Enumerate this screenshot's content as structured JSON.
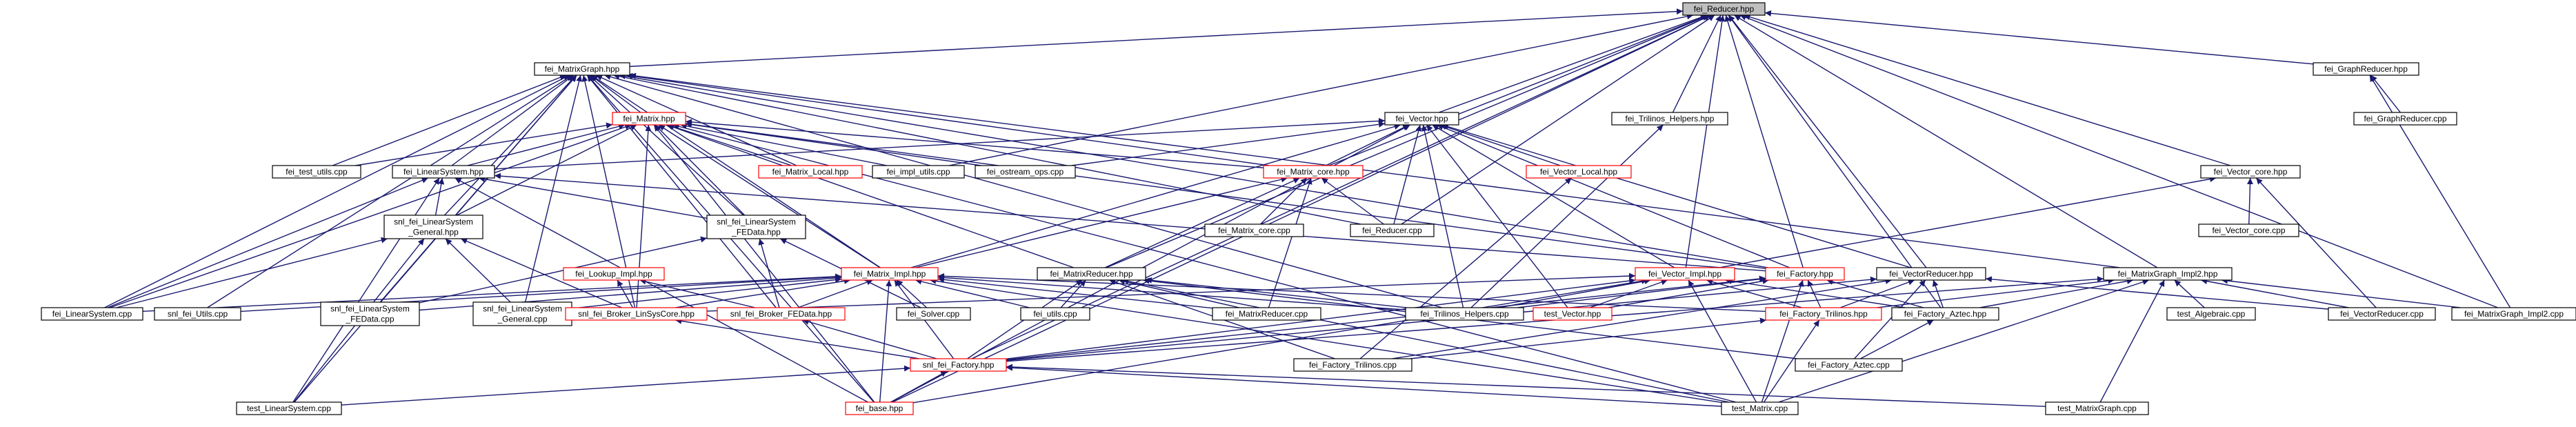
{
  "colors": {
    "edge": "#191970",
    "node_border": "#000000",
    "node_border_red": "#ff0000",
    "node_fill": "#ffffff",
    "root_fill": "#bfbfbf"
  },
  "nodes": [
    {
      "id": "fei_Reducer_hpp",
      "label": "fei_Reducer.hpp",
      "style": "root"
    },
    {
      "id": "fei_MatrixGraph_hpp",
      "label": "fei_MatrixGraph.hpp",
      "style": "black"
    },
    {
      "id": "fei_GraphReducer_hpp",
      "label": "fei_GraphReducer.hpp",
      "style": "black"
    },
    {
      "id": "fei_GraphReducer_cpp",
      "label": "fei_GraphReducer.cpp",
      "style": "black"
    },
    {
      "id": "fei_Matrix_hpp",
      "label": "fei_Matrix.hpp",
      "style": "red"
    },
    {
      "id": "fei_Vector_hpp",
      "label": "fei_Vector.hpp",
      "style": "black"
    },
    {
      "id": "fei_Trilinos_Helpers_hpp",
      "label": "fei_Trilinos_Helpers.hpp",
      "style": "black"
    },
    {
      "id": "fei_test_utils_cpp",
      "label": "fei_test_utils.cpp",
      "style": "black"
    },
    {
      "id": "fei_LinearSystem_hpp",
      "label": "fei_LinearSystem.hpp",
      "style": "black"
    },
    {
      "id": "fei_Matrix_Local_hpp",
      "label": "fei_Matrix_Local.hpp",
      "style": "red"
    },
    {
      "id": "fei_impl_utils_cpp",
      "label": "fei_impl_utils.cpp",
      "style": "black"
    },
    {
      "id": "fei_ostream_ops_cpp",
      "label": "fei_ostream_ops.cpp",
      "style": "black"
    },
    {
      "id": "fei_Matrix_core_hpp",
      "label": "fei_Matrix_core.hpp",
      "style": "red"
    },
    {
      "id": "fei_Vector_Local_hpp",
      "label": "fei_Vector_Local.hpp",
      "style": "red"
    },
    {
      "id": "fei_Vector_core_hpp",
      "label": "fei_Vector_core.hpp",
      "style": "black"
    },
    {
      "id": "fei_Vector_core_cpp",
      "label": "fei_Vector_core.cpp",
      "style": "black"
    },
    {
      "id": "fei_Lookup_Impl_hpp",
      "label": "fei_Lookup_Impl.hpp",
      "style": "red"
    },
    {
      "id": "snl_fei_LinearSystem_General_hpp",
      "label": "snl_fei_LinearSystem\n_General.hpp",
      "style": "black"
    },
    {
      "id": "snl_fei_LinearSystem_FEData_hpp",
      "label": "snl_fei_LinearSystem\n_FEData.hpp",
      "style": "black"
    },
    {
      "id": "fei_Matrix_Impl_hpp",
      "label": "fei_Matrix_Impl.hpp",
      "style": "red"
    },
    {
      "id": "fei_MatrixReducer_hpp",
      "label": "fei_MatrixReducer.hpp",
      "style": "black"
    },
    {
      "id": "fei_Matrix_core_cpp",
      "label": "fei_Matrix_core.cpp",
      "style": "black"
    },
    {
      "id": "fei_Reducer_cpp",
      "label": "fei_Reducer.cpp",
      "style": "black"
    },
    {
      "id": "fei_Vector_Impl_hpp",
      "label": "fei_Vector_Impl.hpp",
      "style": "red"
    },
    {
      "id": "fei_Factory_hpp",
      "label": "fei_Factory.hpp",
      "style": "red"
    },
    {
      "id": "fei_VectorReducer_hpp",
      "label": "fei_VectorReducer.hpp",
      "style": "black"
    },
    {
      "id": "fei_MatrixGraph_Impl2_hpp",
      "label": "fei_MatrixGraph_Impl2.hpp",
      "style": "black"
    },
    {
      "id": "fei_LinearSystem_cpp",
      "label": "fei_LinearSystem.cpp",
      "style": "black"
    },
    {
      "id": "snl_fei_Utils_cpp",
      "label": "snl_fei_Utils.cpp",
      "style": "black"
    },
    {
      "id": "snl_fei_LinearSystem_FEData_cpp",
      "label": "snl_fei_LinearSystem\n_FEData.cpp",
      "style": "black"
    },
    {
      "id": "snl_fei_LinearSystem_General_cpp",
      "label": "snl_fei_LinearSystem\n_General.cpp",
      "style": "black"
    },
    {
      "id": "snl_fei_Broker_LinSysCore_hpp",
      "label": "snl_fei_Broker_LinSysCore.hpp",
      "style": "red"
    },
    {
      "id": "snl_fei_Broker_FEData_hpp",
      "label": "snl_fei_Broker_FEData.hpp",
      "style": "red"
    },
    {
      "id": "fei_Solver_cpp",
      "label": "fei_Solver.cpp",
      "style": "black"
    },
    {
      "id": "fei_utils_cpp",
      "label": "fei_utils.cpp",
      "style": "black"
    },
    {
      "id": "fei_MatrixReducer_cpp",
      "label": "fei_MatrixReducer.cpp",
      "style": "black"
    },
    {
      "id": "fei_Trilinos_Helpers_cpp",
      "label": "fei_Trilinos_Helpers.cpp",
      "style": "black"
    },
    {
      "id": "test_Vector_hpp",
      "label": "test_Vector.hpp",
      "style": "red"
    },
    {
      "id": "fei_Factory_Trilinos_hpp",
      "label": "fei_Factory_Trilinos.hpp",
      "style": "red"
    },
    {
      "id": "fei_Factory_Aztec_hpp",
      "label": "fei_Factory_Aztec.hpp",
      "style": "black"
    },
    {
      "id": "test_Algebraic_cpp",
      "label": "test_Algebraic.cpp",
      "style": "black"
    },
    {
      "id": "fei_VectorReducer_cpp",
      "label": "fei_VectorReducer.cpp",
      "style": "black"
    },
    {
      "id": "fei_MatrixGraph_Impl2_cpp",
      "label": "fei_MatrixGraph_Impl2.cpp",
      "style": "black"
    },
    {
      "id": "snl_fei_Factory_hpp",
      "label": "snl_fei_Factory.hpp",
      "style": "red"
    },
    {
      "id": "fei_Factory_Trilinos_cpp",
      "label": "fei_Factory_Trilinos.cpp",
      "style": "black"
    },
    {
      "id": "fei_Factory_Aztec_cpp",
      "label": "fei_Factory_Aztec.cpp",
      "style": "black"
    },
    {
      "id": "test_LinearSystem_cpp",
      "label": "test_LinearSystem.cpp",
      "style": "black"
    },
    {
      "id": "fei_base_hpp",
      "label": "fei_base.hpp",
      "style": "red"
    },
    {
      "id": "test_Matrix_cpp",
      "label": "test_Matrix.cpp",
      "style": "black"
    },
    {
      "id": "test_MatrixGraph_cpp",
      "label": "test_MatrixGraph.cpp",
      "style": "black"
    }
  ],
  "edges": [
    [
      "fei_MatrixGraph_hpp",
      "fei_Reducer_hpp"
    ],
    [
      "fei_Vector_hpp",
      "fei_Reducer_hpp"
    ],
    [
      "fei_Trilinos_Helpers_hpp",
      "fei_Reducer_hpp"
    ],
    [
      "fei_GraphReducer_hpp",
      "fei_Reducer_hpp"
    ],
    [
      "fei_Vector_core_hpp",
      "fei_Reducer_hpp"
    ],
    [
      "fei_Matrix_core_hpp",
      "fei_Reducer_hpp"
    ],
    [
      "fei_impl_utils_cpp",
      "fei_Reducer_hpp"
    ],
    [
      "fei_MatrixReducer_hpp",
      "fei_Reducer_hpp"
    ],
    [
      "fei_Reducer_cpp",
      "fei_Reducer_hpp"
    ],
    [
      "fei_Vector_Impl_hpp",
      "fei_Reducer_hpp"
    ],
    [
      "fei_Factory_hpp",
      "fei_Reducer_hpp"
    ],
    [
      "fei_VectorReducer_hpp",
      "fei_Reducer_hpp"
    ],
    [
      "fei_MatrixGraph_Impl2_hpp",
      "fei_Reducer_hpp"
    ],
    [
      "fei_Factory_Aztec_hpp",
      "fei_Reducer_hpp"
    ],
    [
      "fei_MatrixGraph_Impl2_cpp",
      "fei_Reducer_hpp"
    ],
    [
      "snl_fei_Factory_hpp",
      "fei_Reducer_hpp"
    ],
    [
      "fei_base_hpp",
      "fei_Reducer_hpp"
    ],
    [
      "fei_GraphReducer_cpp",
      "fei_GraphReducer_hpp"
    ],
    [
      "fei_MatrixGraph_Impl2_cpp",
      "fei_GraphReducer_hpp"
    ],
    [
      "fei_Matrix_hpp",
      "fei_MatrixGraph_hpp"
    ],
    [
      "fei_LinearSystem_hpp",
      "fei_MatrixGraph_hpp"
    ],
    [
      "fei_test_utils_cpp",
      "fei_MatrixGraph_hpp"
    ],
    [
      "fei_Matrix_Local_hpp",
      "fei_MatrixGraph_hpp"
    ],
    [
      "fei_Matrix_core_hpp",
      "fei_MatrixGraph_hpp"
    ],
    [
      "snl_fei_LinearSystem_General_hpp",
      "fei_MatrixGraph_hpp"
    ],
    [
      "snl_fei_LinearSystem_FEData_hpp",
      "fei_MatrixGraph_hpp"
    ],
    [
      "fei_Matrix_Impl_hpp",
      "fei_MatrixGraph_hpp"
    ],
    [
      "fei_Reducer_cpp",
      "fei_MatrixGraph_hpp"
    ],
    [
      "fei_Factory_hpp",
      "fei_MatrixGraph_hpp"
    ],
    [
      "fei_MatrixGraph_Impl2_hpp",
      "fei_MatrixGraph_hpp"
    ],
    [
      "fei_LinearSystem_cpp",
      "fei_MatrixGraph_hpp"
    ],
    [
      "snl_fei_Utils_cpp",
      "fei_MatrixGraph_hpp"
    ],
    [
      "snl_fei_LinearSystem_FEData_cpp",
      "fei_MatrixGraph_hpp"
    ],
    [
      "snl_fei_LinearSystem_General_cpp",
      "fei_MatrixGraph_hpp"
    ],
    [
      "snl_fei_Broker_LinSysCore_hpp",
      "fei_MatrixGraph_hpp"
    ],
    [
      "snl_fei_Broker_FEData_hpp",
      "fei_MatrixGraph_hpp"
    ],
    [
      "fei_Trilinos_Helpers_cpp",
      "fei_MatrixGraph_hpp"
    ],
    [
      "test_LinearSystem_cpp",
      "fei_MatrixGraph_hpp"
    ],
    [
      "fei_base_hpp",
      "fei_MatrixGraph_hpp"
    ],
    [
      "fei_LinearSystem_hpp",
      "fei_Matrix_hpp"
    ],
    [
      "fei_test_utils_cpp",
      "fei_Matrix_hpp"
    ],
    [
      "fei_Matrix_Local_hpp",
      "fei_Matrix_hpp"
    ],
    [
      "fei_impl_utils_cpp",
      "fei_Matrix_hpp"
    ],
    [
      "fei_ostream_ops_cpp",
      "fei_Matrix_hpp"
    ],
    [
      "fei_Matrix_core_hpp",
      "fei_Matrix_hpp"
    ],
    [
      "snl_fei_LinearSystem_General_hpp",
      "fei_Matrix_hpp"
    ],
    [
      "snl_fei_LinearSystem_FEData_hpp",
      "fei_Matrix_hpp"
    ],
    [
      "fei_Matrix_Impl_hpp",
      "fei_Matrix_hpp"
    ],
    [
      "fei_MatrixReducer_hpp",
      "fei_Matrix_hpp"
    ],
    [
      "fei_Factory_hpp",
      "fei_Matrix_hpp"
    ],
    [
      "fei_LinearSystem_cpp",
      "fei_Matrix_hpp"
    ],
    [
      "snl_fei_Broker_LinSysCore_hpp",
      "fei_Matrix_hpp"
    ],
    [
      "test_Matrix_cpp",
      "fei_Matrix_hpp"
    ],
    [
      "fei_base_hpp",
      "fei_Matrix_hpp"
    ],
    [
      "fei_LinearSystem_hpp",
      "fei_Vector_hpp"
    ],
    [
      "fei_Vector_Local_hpp",
      "fei_Vector_hpp"
    ],
    [
      "fei_Matrix_core_hpp",
      "fei_Vector_hpp"
    ],
    [
      "fei_Matrix_Impl_hpp",
      "fei_Vector_hpp"
    ],
    [
      "fei_Reducer_cpp",
      "fei_Vector_hpp"
    ],
    [
      "fei_Vector_Impl_hpp",
      "fei_Vector_hpp"
    ],
    [
      "fei_Factory_hpp",
      "fei_Vector_hpp"
    ],
    [
      "fei_VectorReducer_hpp",
      "fei_Vector_hpp"
    ],
    [
      "fei_ostream_ops_cpp",
      "fei_Vector_hpp"
    ],
    [
      "test_Vector_hpp",
      "fei_Vector_hpp"
    ],
    [
      "fei_Trilinos_Helpers_cpp",
      "fei_Vector_hpp"
    ],
    [
      "fei_base_hpp",
      "fei_Vector_hpp"
    ],
    [
      "fei_Trilinos_Helpers_cpp",
      "fei_Trilinos_Helpers_hpp"
    ],
    [
      "snl_fei_LinearSystem_General_hpp",
      "fei_LinearSystem_hpp"
    ],
    [
      "snl_fei_LinearSystem_FEData_hpp",
      "fei_LinearSystem_hpp"
    ],
    [
      "fei_LinearSystem_cpp",
      "fei_LinearSystem_hpp"
    ],
    [
      "test_LinearSystem_cpp",
      "fei_LinearSystem_hpp"
    ],
    [
      "fei_Factory_hpp",
      "fei_LinearSystem_hpp"
    ],
    [
      "fei_base_hpp",
      "fei_LinearSystem_hpp"
    ],
    [
      "fei_Matrix_Impl_hpp",
      "fei_Matrix_core_hpp"
    ],
    [
      "fei_MatrixReducer_hpp",
      "fei_Matrix_core_hpp"
    ],
    [
      "fei_Matrix_core_cpp",
      "fei_Matrix_core_hpp"
    ],
    [
      "fei_Reducer_cpp",
      "fei_Matrix_core_hpp"
    ],
    [
      "fei_MatrixReducer_cpp",
      "fei_Matrix_core_hpp"
    ],
    [
      "fei_Factory_Trilinos_cpp",
      "fei_Vector_Local_hpp"
    ],
    [
      "fei_Vector_Impl_hpp",
      "fei_Vector_core_hpp"
    ],
    [
      "fei_Vector_core_cpp",
      "fei_Vector_core_hpp"
    ],
    [
      "fei_VectorReducer_cpp",
      "fei_Vector_core_hpp"
    ],
    [
      "snl_fei_Broker_LinSysCore_hpp",
      "fei_Lookup_Impl_hpp"
    ],
    [
      "snl_fei_Broker_FEData_hpp",
      "fei_Lookup_Impl_hpp"
    ],
    [
      "fei_LinearSystem_cpp",
      "snl_fei_LinearSystem_General_hpp"
    ],
    [
      "snl_fei_LinearSystem_General_cpp",
      "snl_fei_LinearSystem_General_hpp"
    ],
    [
      "snl_fei_Broker_LinSysCore_hpp",
      "snl_fei_LinearSystem_General_hpp"
    ],
    [
      "test_LinearSystem_cpp",
      "snl_fei_LinearSystem_General_hpp"
    ],
    [
      "snl_fei_LinearSystem_FEData_cpp",
      "snl_fei_LinearSystem_FEData_hpp"
    ],
    [
      "snl_fei_Broker_FEData_hpp",
      "snl_fei_LinearSystem_FEData_hpp"
    ],
    [
      "fei_Solver_cpp",
      "snl_fei_LinearSystem_FEData_hpp"
    ],
    [
      "fei_LinearSystem_cpp",
      "fei_Matrix_Impl_hpp"
    ],
    [
      "snl_fei_Utils_cpp",
      "fei_Matrix_Impl_hpp"
    ],
    [
      "snl_fei_LinearSystem_FEData_cpp",
      "fei_Matrix_Impl_hpp"
    ],
    [
      "snl_fei_LinearSystem_General_cpp",
      "fei_Matrix_Impl_hpp"
    ],
    [
      "snl_fei_Broker_LinSysCore_hpp",
      "fei_Matrix_Impl_hpp"
    ],
    [
      "snl_fei_Broker_FEData_hpp",
      "fei_Matrix_Impl_hpp"
    ],
    [
      "fei_Solver_cpp",
      "fei_Matrix_Impl_hpp"
    ],
    [
      "fei_utils_cpp",
      "fei_Matrix_Impl_hpp"
    ],
    [
      "fei_MatrixReducer_cpp",
      "fei_Matrix_Impl_hpp"
    ],
    [
      "fei_Trilinos_Helpers_cpp",
      "fei_Matrix_Impl_hpp"
    ],
    [
      "fei_Factory_Trilinos_hpp",
      "fei_Matrix_Impl_hpp"
    ],
    [
      "snl_fei_Factory_hpp",
      "fei_Matrix_Impl_hpp"
    ],
    [
      "fei_base_hpp",
      "fei_Matrix_Impl_hpp"
    ],
    [
      "test_Matrix_cpp",
      "fei_Matrix_Impl_hpp"
    ],
    [
      "fei_MatrixReducer_cpp",
      "fei_MatrixReducer_hpp"
    ],
    [
      "fei_Trilinos_Helpers_cpp",
      "fei_MatrixReducer_hpp"
    ],
    [
      "fei_Factory_Trilinos_cpp",
      "fei_MatrixReducer_hpp"
    ],
    [
      "fei_Factory_Aztec_cpp",
      "fei_MatrixReducer_hpp"
    ],
    [
      "snl_fei_Factory_hpp",
      "fei_MatrixReducer_hpp"
    ],
    [
      "fei_utils_cpp",
      "fei_MatrixReducer_hpp"
    ],
    [
      "test_Matrix_cpp",
      "fei_MatrixReducer_hpp"
    ],
    [
      "fei_Trilinos_Helpers_cpp",
      "fei_Vector_Impl_hpp"
    ],
    [
      "test_Vector_hpp",
      "fei_Vector_Impl_hpp"
    ],
    [
      "fei_Factory_Trilinos_hpp",
      "fei_Vector_Impl_hpp"
    ],
    [
      "fei_Factory_Aztec_hpp",
      "fei_Vector_Impl_hpp"
    ],
    [
      "snl_fei_Factory_hpp",
      "fei_Vector_Impl_hpp"
    ],
    [
      "snl_fei_Broker_LinSysCore_hpp",
      "fei_Vector_Impl_hpp"
    ],
    [
      "test_Matrix_cpp",
      "fei_Vector_Impl_hpp"
    ],
    [
      "fei_base_hpp",
      "fei_Vector_Impl_hpp"
    ],
    [
      "fei_Factory_Trilinos_hpp",
      "fei_Factory_hpp"
    ],
    [
      "fei_Factory_Aztec_hpp",
      "fei_Factory_hpp"
    ],
    [
      "snl_fei_Factory_hpp",
      "fei_Factory_hpp"
    ],
    [
      "test_Vector_hpp",
      "fei_Factory_hpp"
    ],
    [
      "fei_Trilinos_Helpers_cpp",
      "fei_Factory_hpp"
    ],
    [
      "test_Matrix_cpp",
      "fei_Factory_hpp"
    ],
    [
      "fei_VectorReducer_cpp",
      "fei_VectorReducer_hpp"
    ],
    [
      "fei_Factory_Trilinos_hpp",
      "fei_VectorReducer_hpp"
    ],
    [
      "fei_Factory_Aztec_hpp",
      "fei_VectorReducer_hpp"
    ],
    [
      "snl_fei_Factory_hpp",
      "fei_VectorReducer_hpp"
    ],
    [
      "fei_Factory_Trilinos_cpp",
      "fei_VectorReducer_hpp"
    ],
    [
      "fei_Factory_Aztec_cpp",
      "fei_VectorReducer_hpp"
    ],
    [
      "fei_MatrixGraph_Impl2_cpp",
      "fei_MatrixGraph_Impl2_hpp"
    ],
    [
      "test_Algebraic_cpp",
      "fei_MatrixGraph_Impl2_hpp"
    ],
    [
      "fei_Factory_Trilinos_hpp",
      "fei_MatrixGraph_Impl2_hpp"
    ],
    [
      "fei_Factory_Aztec_hpp",
      "fei_MatrixGraph_Impl2_hpp"
    ],
    [
      "snl_fei_Factory_hpp",
      "fei_MatrixGraph_Impl2_hpp"
    ],
    [
      "fei_VectorReducer_cpp",
      "fei_MatrixGraph_Impl2_hpp"
    ],
    [
      "test_Matrix_cpp",
      "fei_MatrixGraph_Impl2_hpp"
    ],
    [
      "test_MatrixGraph_cpp",
      "fei_MatrixGraph_Impl2_hpp"
    ],
    [
      "snl_fei_Factory_hpp",
      "snl_fei_Broker_LinSysCore_hpp"
    ],
    [
      "snl_fei_Factory_hpp",
      "snl_fei_Broker_FEData_hpp"
    ],
    [
      "fei_Factory_Trilinos_cpp",
      "fei_Factory_Trilinos_hpp"
    ],
    [
      "test_Matrix_cpp",
      "fei_Factory_Trilinos_hpp"
    ],
    [
      "fei_Factory_Aztec_cpp",
      "fei_Factory_Aztec_hpp"
    ],
    [
      "test_LinearSystem_cpp",
      "snl_fei_Factory_hpp"
    ],
    [
      "fei_base_hpp",
      "snl_fei_Factory_hpp"
    ],
    [
      "test_Matrix_cpp",
      "snl_fei_Factory_hpp"
    ],
    [
      "test_MatrixGraph_cpp",
      "snl_fei_Factory_hpp"
    ]
  ]
}
